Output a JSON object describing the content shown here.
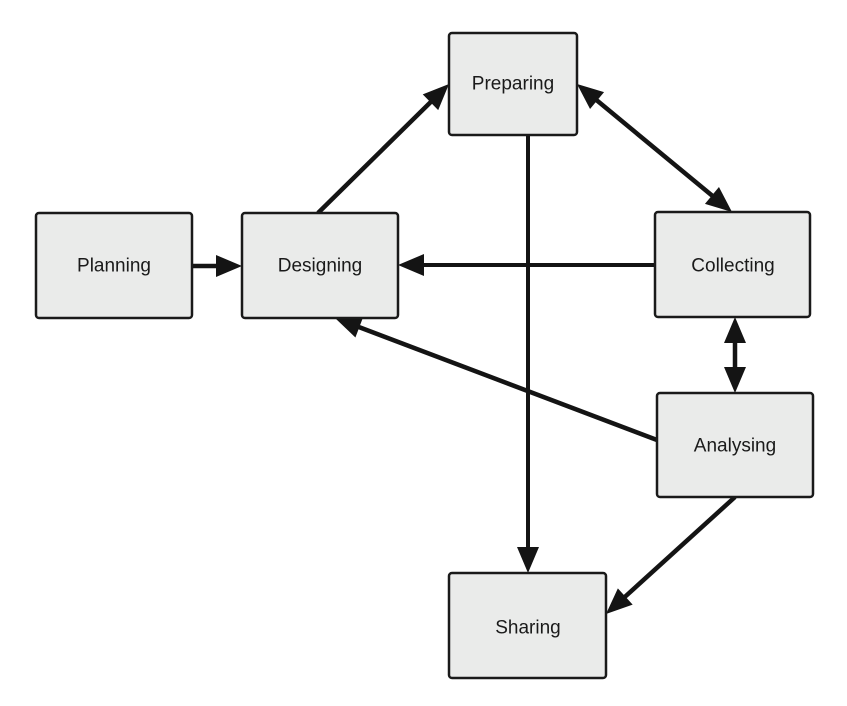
{
  "diagram": {
    "type": "process-cycle",
    "nodes": [
      {
        "id": "preparing",
        "label": "Preparing"
      },
      {
        "id": "planning",
        "label": "Planning"
      },
      {
        "id": "designing",
        "label": "Designing"
      },
      {
        "id": "collecting",
        "label": "Collecting"
      },
      {
        "id": "analysing",
        "label": "Analysing"
      },
      {
        "id": "sharing",
        "label": "Sharing"
      }
    ],
    "edges": [
      {
        "from": "planning",
        "to": "designing",
        "direction": "forward"
      },
      {
        "from": "designing",
        "to": "preparing",
        "direction": "forward"
      },
      {
        "from": "preparing",
        "to": "collecting",
        "direction": "both"
      },
      {
        "from": "collecting",
        "to": "designing",
        "direction": "forward"
      },
      {
        "from": "collecting",
        "to": "analysing",
        "direction": "both"
      },
      {
        "from": "analysing",
        "to": "designing",
        "direction": "forward"
      },
      {
        "from": "preparing",
        "to": "sharing",
        "direction": "forward"
      },
      {
        "from": "analysing",
        "to": "sharing",
        "direction": "forward"
      }
    ],
    "colors": {
      "box_fill": "#eaebea",
      "box_stroke": "#1a1a1a",
      "arrow": "#141414",
      "background": "#ffffff"
    }
  }
}
